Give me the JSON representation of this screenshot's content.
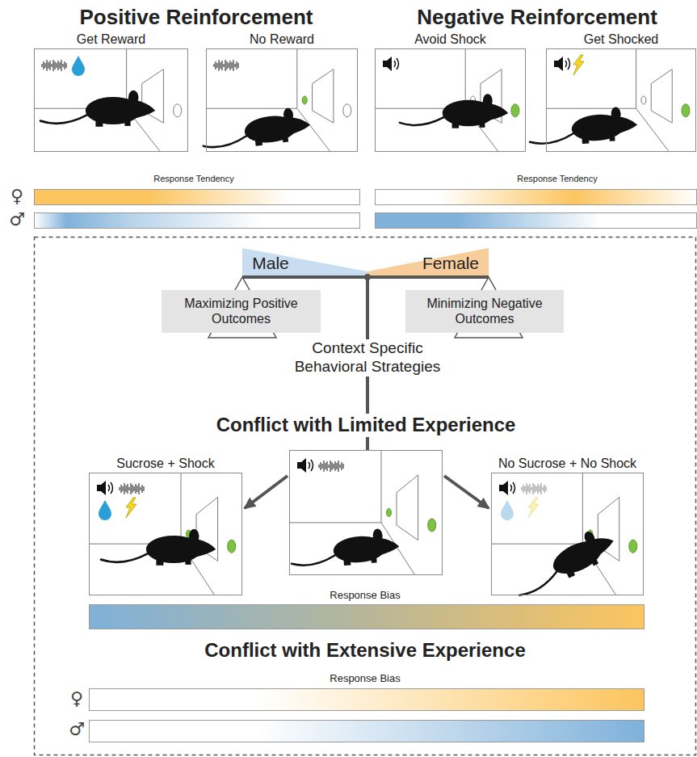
{
  "diagram": {
    "nodes": [
      {
        "text": [
          "Get Reward"
        ]
      },
      {
        "text": [
          "No Reward"
        ]
      },
      {
        "text": [
          "Avoid Shock"
        ]
      },
      {
        "text": [
          "Get Shocked"
        ]
      },
      {
        "text": [
          "Maximizing Positive Outcomes"
        ]
      },
      {
        "text": [
          "Minimizing Negative Outcomes"
        ]
      },
      {
        "text": [
          "Conflict with Limited Experience"
        ]
      },
      {
        "text": [
          "Sucrose + Shock"
        ]
      },
      {
        "text": [
          "No Sucrose + No Shock"
        ]
      }
    ],
    "edges": [
      {
        "from": 6,
        "to": 7,
        "arrow": "to"
      },
      {
        "from": 6,
        "to": 8,
        "arrow": "to"
      }
    ],
    "labels": [
      "Positive Reinforcement",
      "Negative Reinforcement",
      "Response Tendency",
      "Response Tendency",
      "♀",
      "♂",
      "Male",
      "Female",
      "Context Specific Behavioral Strategies",
      "Response Bias",
      "Conflict with Extensive Experience",
      "Response Bias",
      "♀",
      "♂"
    ]
  }
}
